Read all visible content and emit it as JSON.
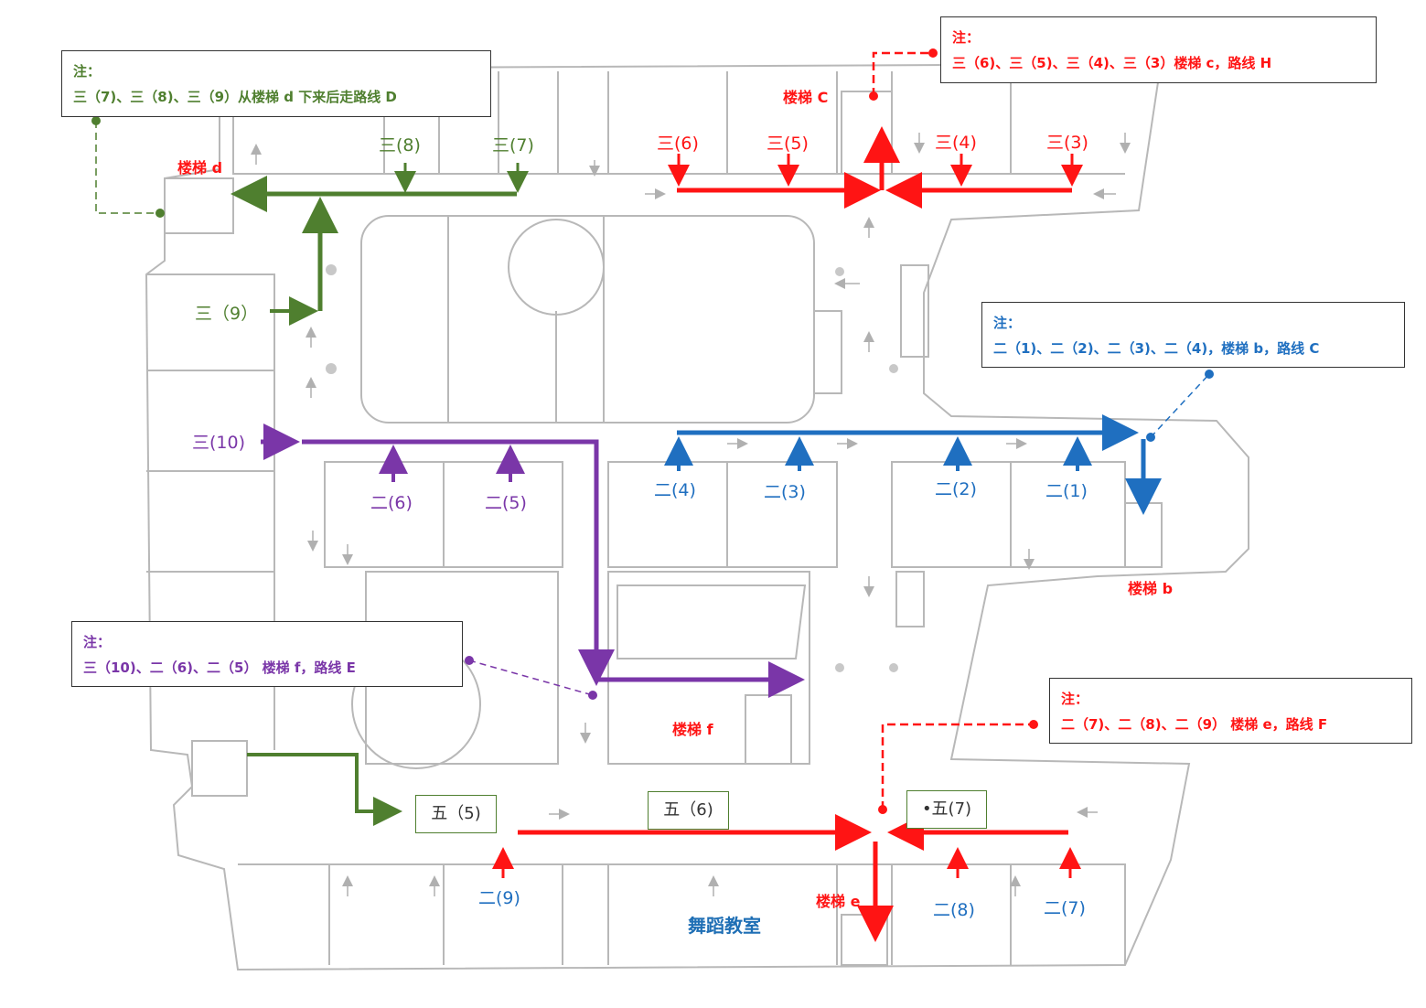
{
  "colors": {
    "green": "#4f7f2f",
    "red": "#ff1414",
    "purple": "#7a36a8",
    "blue": "#1f6fc0",
    "wall": "#b8b8b8"
  },
  "notes": {
    "d": {
      "head": "注：",
      "body": "三（7)、三（8)、三（9）从楼梯 d 下来后走路线 D"
    },
    "h": {
      "head": "注：",
      "body": "三（6)、三（5)、三（4)、三（3）楼梯 c，路线 H"
    },
    "c": {
      "head": "注：",
      "body": "二（1)、二（2)、二（3)、二（4)，楼梯 b，路线 C"
    },
    "e": {
      "head": "注：",
      "body": "三（10)、二（6)、二（5）  楼梯 f，路线 E"
    },
    "f": {
      "head": "注：",
      "body": "二（7)、二（8)、二（9）  楼梯 e，路线 F"
    }
  },
  "stairs": {
    "d": "楼梯 d",
    "c": "楼梯 C",
    "b": "楼梯 b",
    "f": "楼梯 f",
    "e": "楼梯 e"
  },
  "classes": {
    "g3_8": "三(8)",
    "g3_7": "三(7)",
    "g3_9": "三（9）",
    "g3_6": "三(6)",
    "g3_5": "三(5)",
    "g3_4": "三(4)",
    "g3_3": "三(3)",
    "g3_10": "三(10)",
    "g2_6": "二(6)",
    "g2_5": "二(5)",
    "g2_4": "二(4)",
    "g2_3": "二(3)",
    "g2_2": "二(2)",
    "g2_1": "二(1)",
    "g2_9": "二(9)",
    "g2_8": "二(8)",
    "g2_7": "二(7)",
    "g5_5": "五（5)",
    "g5_6": "五（6)",
    "g5_7": "•五(7)"
  },
  "rooms": {
    "dance": "舞蹈教室"
  }
}
